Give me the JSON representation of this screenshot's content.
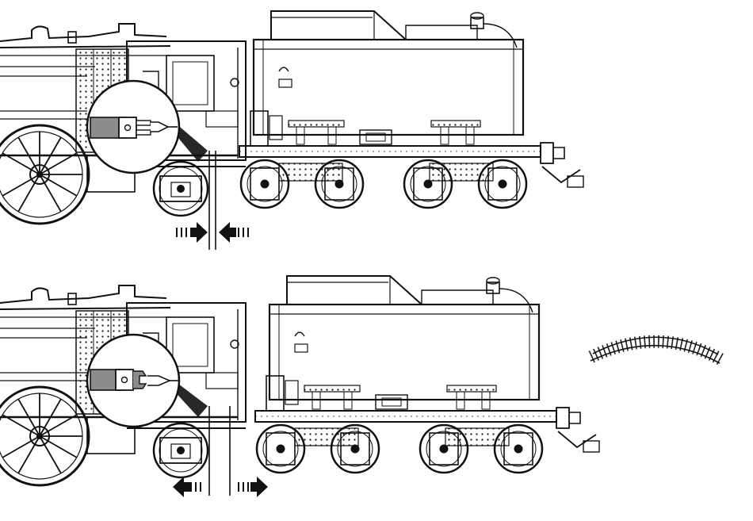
{
  "diagram": {
    "panels": [
      {
        "id": "coupled",
        "state": "pushed-together",
        "arrows": [
          "right-arrow",
          "left-arrow"
        ]
      },
      {
        "id": "uncoupled",
        "state": "pulled-apart",
        "arrows": [
          "left-arrow",
          "right-arrow"
        ]
      }
    ],
    "track_curve_shown": true
  },
  "colors": {
    "ink": "#111111",
    "coupler_fill": "#8c8c8c",
    "background": "#ffffff"
  }
}
